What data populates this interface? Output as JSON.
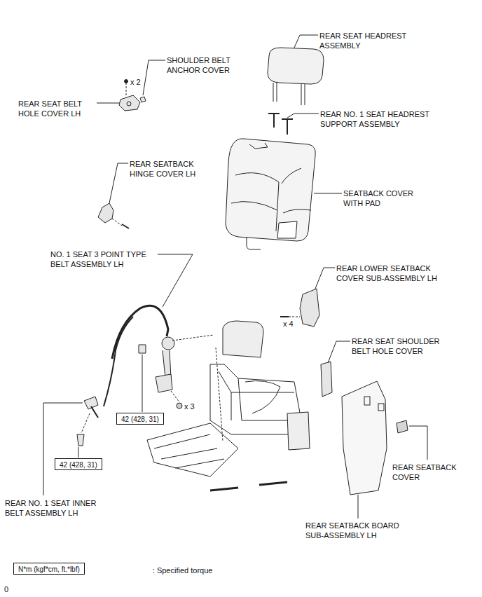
{
  "diagram": {
    "nodes": [
      {
        "text": [
          "42 (428, 31)"
        ]
      },
      {
        "text": [
          "42 (428, 31)"
        ]
      },
      {
        "text": [
          "N*m (kgf*cm, ft.*lbf)",
          ": Specified torque"
        ]
      }
    ],
    "labels": [
      "SHOULDER BELT ANCHOR COVER",
      "REAR SEAT HEADREST ASSEMBLY",
      "x 2",
      "REAR SEAT BELT HOLE COVER LH",
      "REAR NO. 1 SEAT HEADREST SUPPORT ASSEMBLY",
      "REAR SEATBACK HINGE COVER LH",
      "SEATBACK COVER WITH PAD",
      "NO. 1 SEAT 3 POINT TYPE BELT ASSEMBLY LH",
      "REAR LOWER SEATBACK COVER SUB-ASSEMBLY LH",
      "x 4",
      "REAR SEAT SHOULDER BELT HOLE COVER",
      "x 3",
      "REAR SEATBACK COVER",
      "REAR NO. 1 SEAT INNER BELT ASSEMBLY LH",
      "REAR SEATBACK BOARD SUB-ASSEMBLY LH",
      "0"
    ]
  }
}
